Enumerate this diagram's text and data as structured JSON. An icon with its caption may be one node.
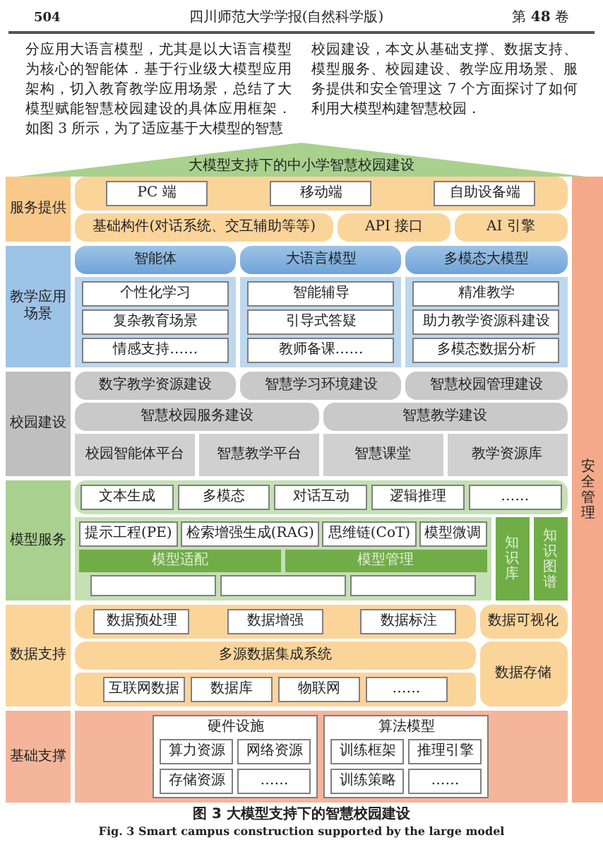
{
  "diagram": {
    "caption": "图 3 大模型支持下的智慧校园建设",
    "nodes": [
      {
        "text": [
          "大模型支持下的中小学智慧校园建设"
        ]
      },
      {
        "text": [
          "服务提供"
        ]
      },
      {
        "text": [
          "PC 端"
        ]
      },
      {
        "text": [
          "移动端"
        ]
      },
      {
        "text": [
          "自助设备端"
        ]
      },
      {
        "text": [
          "基础构件(对话系统、交互辅助等等)"
        ]
      },
      {
        "text": [
          "API 接口"
        ]
      },
      {
        "text": [
          "AI 引擎"
        ]
      },
      {
        "text": [
          "教学应用场景"
        ]
      },
      {
        "text": [
          "智能体"
        ]
      },
      {
        "text": [
          "大语言模型"
        ]
      },
      {
        "text": [
          "多模态大模型"
        ]
      },
      {
        "text": [
          "个性化学习"
        ]
      },
      {
        "text": [
          "复杂教育场景"
        ]
      },
      {
        "text": [
          "情感支持……"
        ]
      },
      {
        "text": [
          "智能辅导"
        ]
      },
      {
        "text": [
          "引导式答疑"
        ]
      },
      {
        "text": [
          "教师备课……"
        ]
      },
      {
        "text": [
          "精准教学"
        ]
      },
      {
        "text": [
          "助力教学资源科建设"
        ]
      },
      {
        "text": [
          "多模态数据分析"
        ]
      },
      {
        "text": [
          "校园建设"
        ]
      },
      {
        "text": [
          "数字教学资源建设"
        ]
      },
      {
        "text": [
          "智慧学习环境建设"
        ]
      },
      {
        "text": [
          "智慧校园管理建设"
        ]
      },
      {
        "text": [
          "智慧校园服务建设"
        ]
      },
      {
        "text": [
          "智慧教学建设"
        ]
      },
      {
        "text": [
          "校园智能体平台"
        ]
      },
      {
        "text": [
          "智慧教学平台"
        ]
      },
      {
        "text": [
          "智慧课堂"
        ]
      },
      {
        "text": [
          "教学资源库"
        ]
      },
      {
        "text": [
          "模型服务"
        ]
      },
      {
        "text": [
          "文本生成"
        ]
      },
      {
        "text": [
          "多模态"
        ]
      },
      {
        "text": [
          "对话互动"
        ]
      },
      {
        "text": [
          "逻辑推理"
        ]
      },
      {
        "text": [
          "……"
        ]
      },
      {
        "text": [
          "提示工程(PE)"
        ]
      },
      {
        "text": [
          "检索增强生成(RAG)"
        ]
      },
      {
        "text": [
          "思维链(CoT)"
        ]
      },
      {
        "text": [
          "模型微调"
        ]
      },
      {
        "text": [
          "模型适配"
        ]
      },
      {
        "text": [
          "模型管理"
        ]
      },
      {
        "text": [],
        "shape": "box"
      },
      {
        "text": [],
        "shape": "box"
      },
      {
        "text": [],
        "shape": "box"
      },
      {
        "text": [
          "知识库"
        ]
      },
      {
        "text": [
          "知识图谱"
        ]
      },
      {
        "text": [
          "数据支持"
        ]
      },
      {
        "text": [
          "数据预处理"
        ]
      },
      {
        "text": [
          "数据增强"
        ]
      },
      {
        "text": [
          "数据标注"
        ]
      },
      {
        "text": [
          "数据可视化"
        ]
      },
      {
        "text": [
          "多源数据集成系统"
        ]
      },
      {
        "text": [
          "数据存储"
        ]
      },
      {
        "text": [
          "互联网数据"
        ]
      },
      {
        "text": [
          "数据库"
        ]
      },
      {
        "text": [
          "物联网"
        ]
      },
      {
        "text": [
          "……"
        ]
      },
      {
        "text": [
          "基础支撑"
        ]
      },
      {
        "text": [
          "硬件设施"
        ]
      },
      {
        "text": [
          "算力资源"
        ],
        "in": 60
      },
      {
        "text": [
          "网络资源"
        ],
        "in": 60
      },
      {
        "text": [
          "存储资源"
        ],
        "in": 60
      },
      {
        "text": [
          "……"
        ],
        "in": 60
      },
      {
        "text": [
          "算法模型"
        ]
      },
      {
        "text": [
          "训练框架"
        ],
        "in": 65
      },
      {
        "text": [
          "推理引擎"
        ],
        "in": 65
      },
      {
        "text": [
          "训练策略"
        ],
        "in": 65
      },
      {
        "text": [
          "……"
        ],
        "in": 65
      },
      {
        "text": [
          "安全管理"
        ]
      }
    ],
    "labels": [
      "504",
      "四川师范大学学报(自然科学版)",
      "第 **48** 卷",
      "分应用大语言模型，尤其是以大语言模型为核心的智能体．基于行业级大模型应用架构，切入教育教学应用场景，总结了大模型赋能智慧校园建设的具体应用框架．如图 3 所示，为了适应基于大模型的智慧",
      "校园建设，本文从基础支撑、数据支持、模型服务、校园建设、教学应用场景、服务提供和安全管理这 7 个方面探讨了如何利用大模型构建智慧校园．",
      "Fig. 3 Smart campus construction supported by the large model"
    ]
  }
}
